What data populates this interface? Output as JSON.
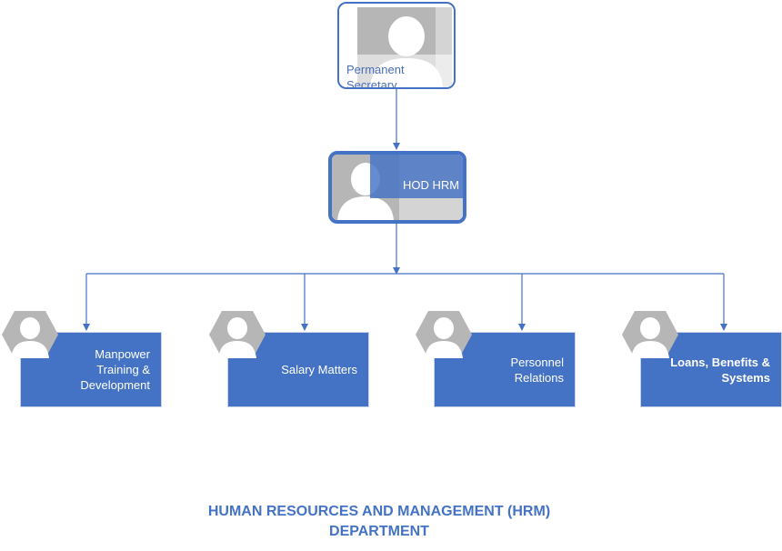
{
  "colors": {
    "accent": "#4472c4",
    "photo": "#b6b6b6",
    "photo_light": "#d4d4d4"
  },
  "icons": {
    "placeholder": "person-silhouette-icon"
  },
  "top": {
    "label": "Permanent Secretary"
  },
  "hod": {
    "label": "HOD HRM"
  },
  "units": [
    {
      "label": "Manpower Training & Development",
      "bold": false
    },
    {
      "label": "Salary Matters",
      "bold": false
    },
    {
      "label": "Personnel Relations",
      "bold": false
    },
    {
      "label": "Loans, Benefits & Systems",
      "bold": true
    }
  ],
  "caption": {
    "line1": "HUMAN RESOURCES AND MANAGEMENT (HRM)",
    "line2": "DEPARTMENT"
  }
}
